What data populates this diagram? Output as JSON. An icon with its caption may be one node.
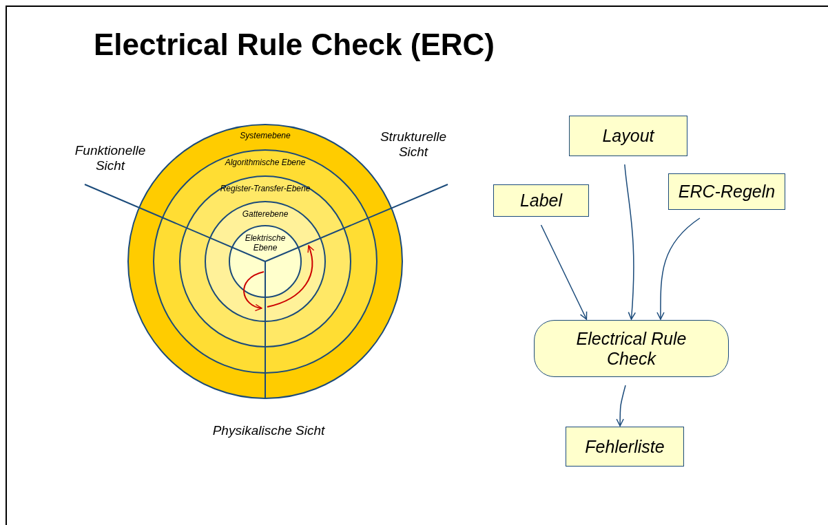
{
  "diagram": {
    "title": "Electrical Rule Check (ERC)",
    "nodes": [
      {
        "text": [
          "Systemebene"
        ]
      },
      {
        "text": [
          "Algorithmische Ebene"
        ],
        "in": 0
      },
      {
        "text": [
          "Register-Transfer-Ebene"
        ],
        "in": 1
      },
      {
        "text": [
          "Gatterebene"
        ],
        "in": 2
      },
      {
        "text": [
          "Elektrische Ebene"
        ],
        "in": 3
      },
      {
        "text": [
          "Layout"
        ]
      },
      {
        "text": [
          "Label"
        ]
      },
      {
        "text": [
          "ERC-Regeln"
        ]
      },
      {
        "text": [
          "Electrical Rule Check"
        ]
      },
      {
        "text": [
          "Fehlerliste"
        ]
      }
    ],
    "edges": [
      {
        "from": 6,
        "to": 8,
        "arrow": "to"
      },
      {
        "from": 5,
        "to": 8,
        "arrow": "to"
      },
      {
        "from": 7,
        "to": 8,
        "arrow": "to"
      },
      {
        "from": 8,
        "to": 9,
        "arrow": "to"
      }
    ],
    "labels": [
      "Funktionelle Sicht",
      "Strukturelle Sicht",
      "Physikalische Sicht"
    ]
  }
}
